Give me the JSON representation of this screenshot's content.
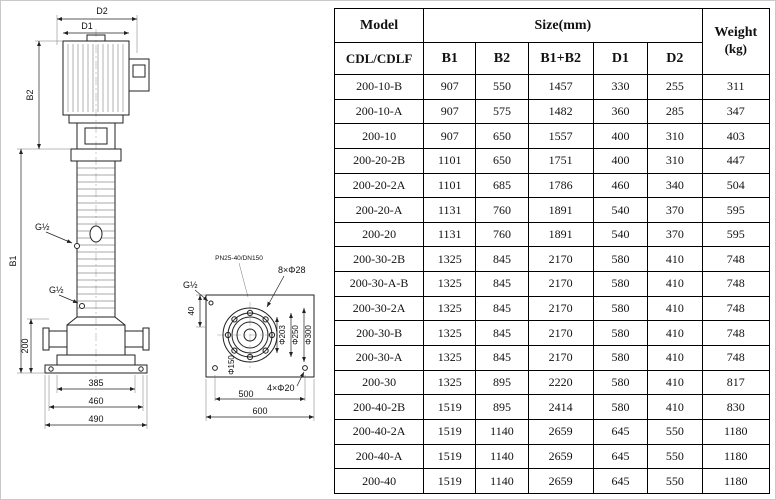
{
  "table": {
    "header": {
      "model": "Model",
      "model_sub": "CDL/CDLF",
      "size_group": "Size(mm)",
      "size_cols": [
        "B1",
        "B2",
        "B1+B2",
        "D1",
        "D2"
      ],
      "weight": "Weight",
      "weight_unit": "(kg)"
    },
    "rows": [
      {
        "model": "200-10-B",
        "values": [
          "907",
          "550",
          "1457",
          "330",
          "255",
          "311"
        ]
      },
      {
        "model": "200-10-A",
        "values": [
          "907",
          "575",
          "1482",
          "360",
          "285",
          "347"
        ]
      },
      {
        "model": "200-10",
        "values": [
          "907",
          "650",
          "1557",
          "400",
          "310",
          "403"
        ]
      },
      {
        "model": "200-20-2B",
        "values": [
          "1101",
          "650",
          "1751",
          "400",
          "310",
          "447"
        ]
      },
      {
        "model": "200-20-2A",
        "values": [
          "1101",
          "685",
          "1786",
          "460",
          "340",
          "504"
        ]
      },
      {
        "model": "200-20-A",
        "values": [
          "1131",
          "760",
          "1891",
          "540",
          "370",
          "595"
        ]
      },
      {
        "model": "200-20",
        "values": [
          "1131",
          "760",
          "1891",
          "540",
          "370",
          "595"
        ]
      },
      {
        "model": "200-30-2B",
        "values": [
          "1325",
          "845",
          "2170",
          "580",
          "410",
          "748"
        ]
      },
      {
        "model": "200-30-A-B",
        "values": [
          "1325",
          "845",
          "2170",
          "580",
          "410",
          "748"
        ]
      },
      {
        "model": "200-30-2A",
        "values": [
          "1325",
          "845",
          "2170",
          "580",
          "410",
          "748"
        ]
      },
      {
        "model": "200-30-B",
        "values": [
          "1325",
          "845",
          "2170",
          "580",
          "410",
          "748"
        ]
      },
      {
        "model": "200-30-A",
        "values": [
          "1325",
          "845",
          "2170",
          "580",
          "410",
          "748"
        ]
      },
      {
        "model": "200-30",
        "values": [
          "1325",
          "895",
          "2220",
          "580",
          "410",
          "817"
        ]
      },
      {
        "model": "200-40-2B",
        "values": [
          "1519",
          "895",
          "2414",
          "580",
          "410",
          "830"
        ]
      },
      {
        "model": "200-40-2A",
        "values": [
          "1519",
          "1140",
          "2659",
          "645",
          "550",
          "1180"
        ]
      },
      {
        "model": "200-40-A",
        "values": [
          "1519",
          "1140",
          "2659",
          "645",
          "550",
          "1180"
        ]
      },
      {
        "model": "200-40",
        "values": [
          "1519",
          "1140",
          "2659",
          "645",
          "550",
          "1180"
        ]
      }
    ]
  },
  "diagram": {
    "main": {
      "d2": "D2",
      "d1": "D1",
      "b2": "B2",
      "b1": "B1",
      "port1": "G½",
      "port2": "G½",
      "h200": "200",
      "w385": "385",
      "w460": "460",
      "w490": "490"
    },
    "flange": {
      "spec": "PN25-40/DN150",
      "bolts8": "8×Φ28",
      "d203": "Φ203",
      "d250": "Φ250",
      "d300": "Φ300",
      "d150": "Φ150",
      "h40": "40",
      "port": "G½",
      "bolts4": "4×Φ20",
      "w500": "500",
      "w600": "600"
    }
  }
}
